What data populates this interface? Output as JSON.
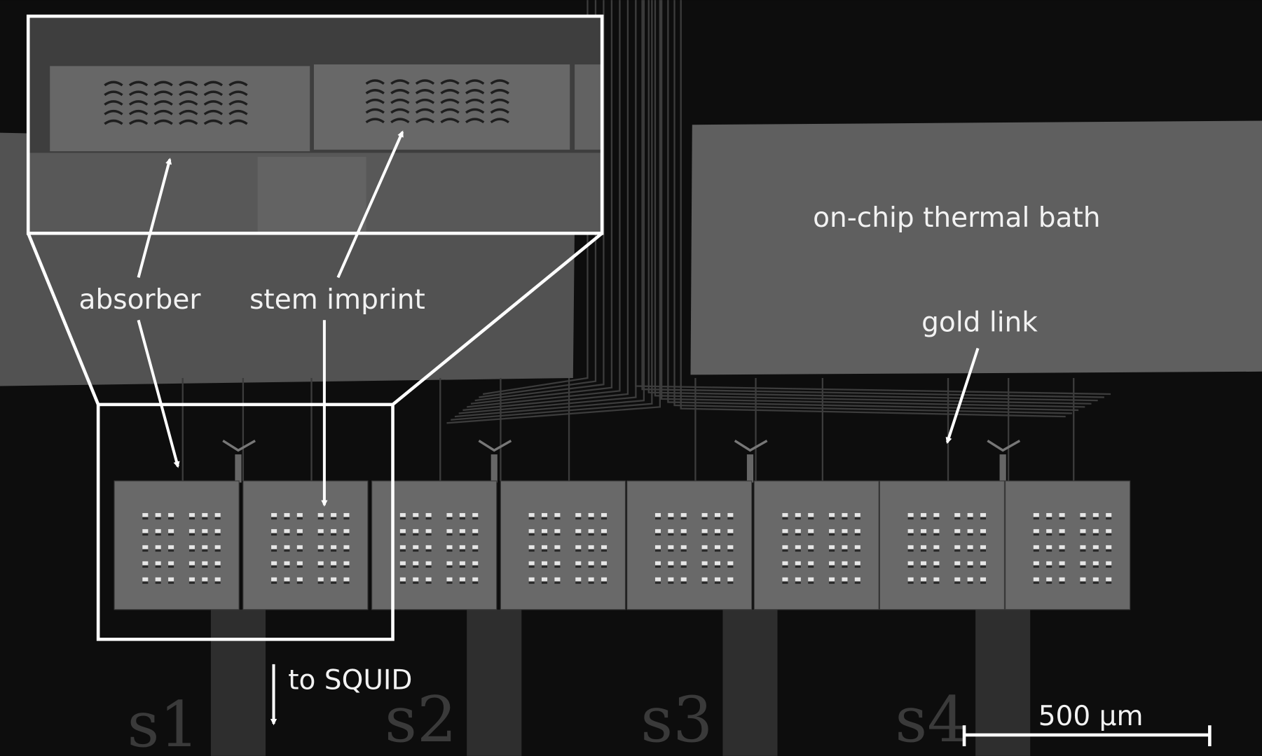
{
  "annotations": {
    "absorber": "absorber",
    "stem_imprint": "stem imprint",
    "thermal_bath": "on-chip thermal bath",
    "gold_link": "gold link",
    "to_squid": "to SQUID",
    "scale_bar": "500 µm"
  },
  "sensor_labels": [
    "s1",
    "s2",
    "s3",
    "s4"
  ],
  "pad_count": 8
}
